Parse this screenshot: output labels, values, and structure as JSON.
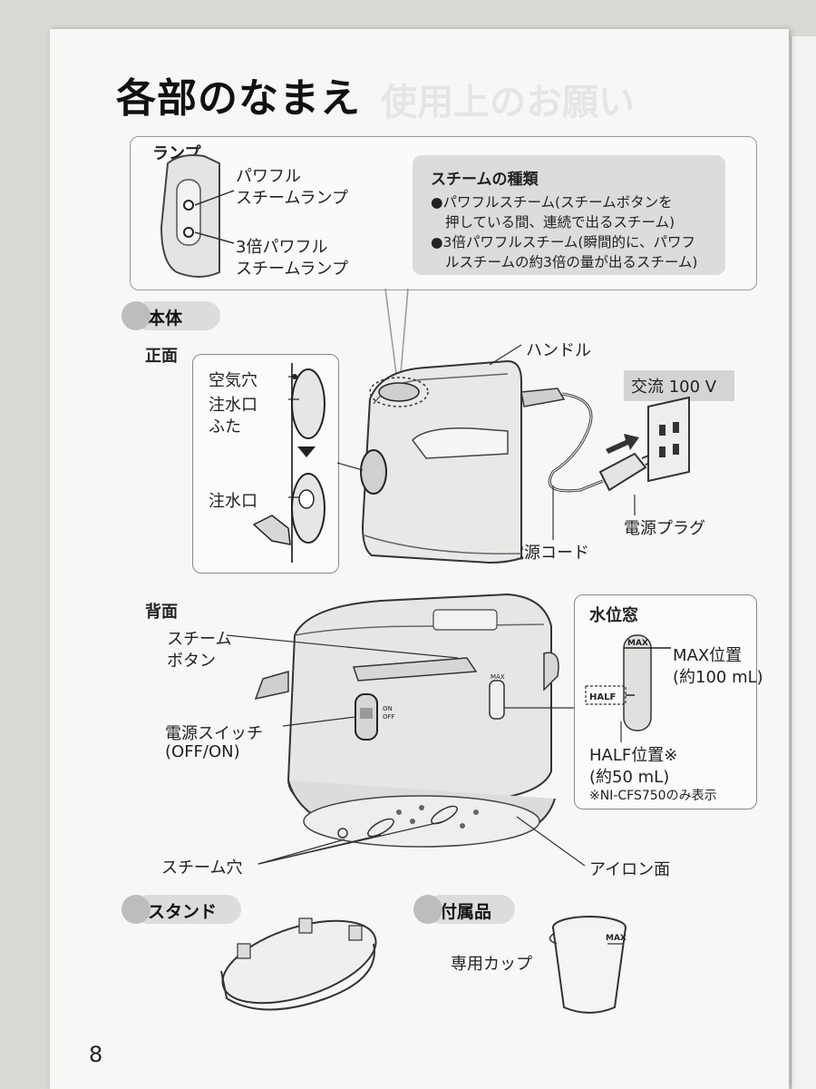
{
  "page": {
    "title": "各部のなまえ",
    "page_number": "8"
  },
  "lamp": {
    "heading": "ランプ",
    "powerful_label_1": "パワフル",
    "powerful_label_2": "スチームランプ",
    "triple_label_1": "3倍パワフル",
    "triple_label_2": "スチームランプ"
  },
  "steam_types": {
    "heading": "スチームの種類",
    "line1": "●パワフルスチーム(スチームボタンを",
    "line2": "押している間、連続で出るスチーム)",
    "line3": "●3倍パワフルスチーム(瞬間的に、パワフ",
    "line4": "ルスチームの約3倍の量が出るスチーム)"
  },
  "body": {
    "heading": "本体",
    "front_heading": "正面",
    "air_hole": "空気穴",
    "inlet_cover_1": "注水口",
    "inlet_cover_2": "ふた",
    "inlet": "注水口",
    "handle": "ハンドル",
    "ac_label": "交流 100 V",
    "power_plug": "電源プラグ",
    "power_cord": "電源コード",
    "back_heading": "背面",
    "steam_button_1": "スチーム",
    "steam_button_2": "ボタン",
    "power_switch_1": "電源スイッチ",
    "power_switch_2": "(OFF/ON)",
    "on": "ON",
    "off": "OFF",
    "steam_holes": "スチーム穴",
    "iron_surface": "アイロン面"
  },
  "water_window": {
    "heading": "水位窓",
    "max_tag": "MAX",
    "half_tag": "HALF",
    "max_pos": "MAX位置",
    "max_amount": "(約100 mL)",
    "half_pos": "HALF位置※",
    "half_amount": "(約50 mL)",
    "note": "※NI-CFS750のみ表示"
  },
  "stand": {
    "heading": "スタンド"
  },
  "accessories": {
    "heading": "付属品",
    "cup": "専用カップ",
    "cup_max": "MAX"
  }
}
